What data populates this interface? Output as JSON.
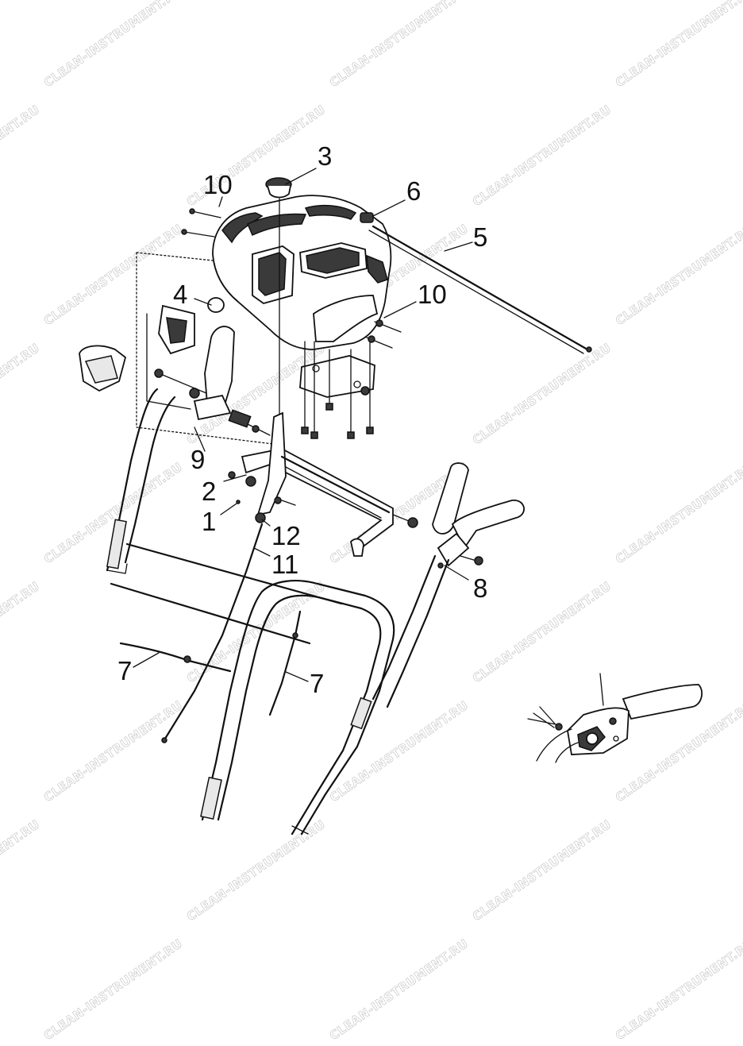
{
  "watermark": {
    "text": "CLEAN-INSTRUMENT.RU",
    "color": "#c9c9c9"
  },
  "callouts": [
    {
      "id": "callout-3",
      "label": "3"
    },
    {
      "id": "callout-10-top",
      "label": "10"
    },
    {
      "id": "callout-6",
      "label": "6"
    },
    {
      "id": "callout-5",
      "label": "5"
    },
    {
      "id": "callout-10-right",
      "label": "10"
    },
    {
      "id": "callout-4",
      "label": "4"
    },
    {
      "id": "callout-9",
      "label": "9"
    },
    {
      "id": "callout-2",
      "label": "2"
    },
    {
      "id": "callout-1",
      "label": "1"
    },
    {
      "id": "callout-12",
      "label": "12"
    },
    {
      "id": "callout-11",
      "label": "11"
    },
    {
      "id": "callout-8",
      "label": "8"
    },
    {
      "id": "callout-7-left",
      "label": "7"
    },
    {
      "id": "callout-7-center",
      "label": "7"
    }
  ],
  "colors": {
    "line": "#111111",
    "background": "#ffffff"
  }
}
